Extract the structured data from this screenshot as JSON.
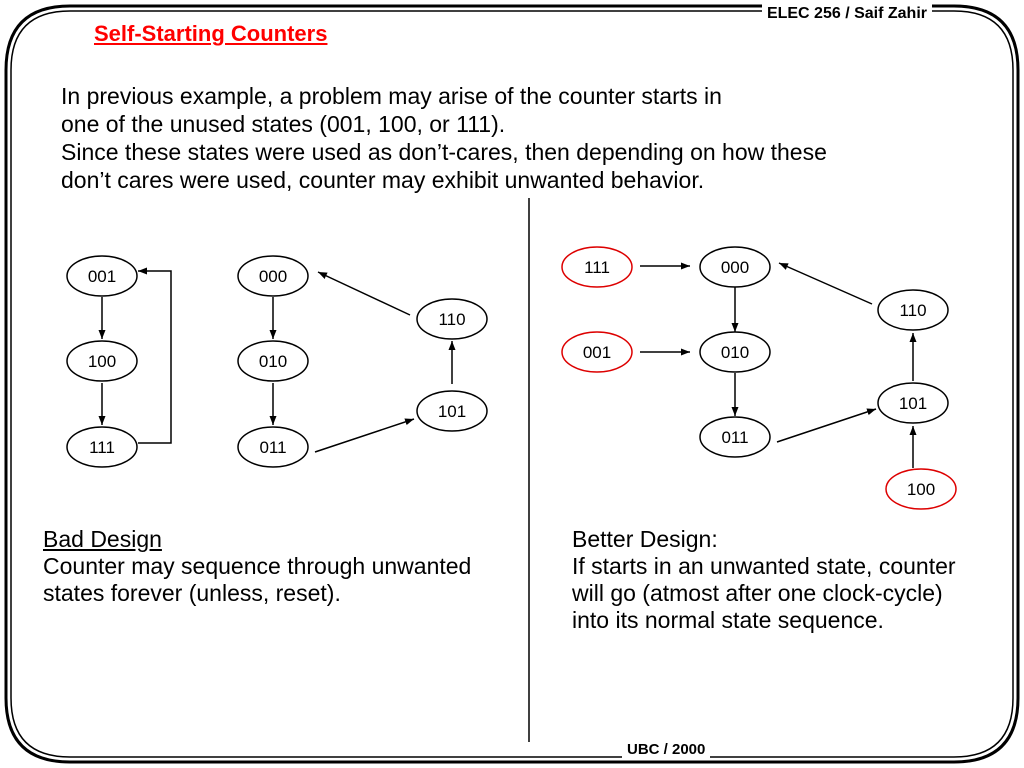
{
  "header": {
    "course": "ELEC 256 / Saif Zahir",
    "footer": "UBC / 2000"
  },
  "title": "Self-Starting Counters",
  "intro": [
    "In previous example, a problem may arise of the counter starts in",
    "one of the unused states (001, 100, or 111).",
    "Since these states were used as don’t-cares, then depending on how these",
    "don’t cares were used, counter may exhibit unwanted behavior."
  ],
  "bad_design": {
    "heading": "Bad Design",
    "lines": [
      "Counter may sequence through unwanted",
      "states forever (unless, reset)."
    ],
    "states": {
      "s001": "001",
      "s100": "100",
      "s111": "111",
      "s000": "000",
      "s010": "010",
      "s011": "011",
      "s101": "101",
      "s110": "110"
    }
  },
  "better_design": {
    "heading": "Better Design:",
    "lines": [
      "If starts in an unwanted state, counter",
      "will go (atmost after one clock-cycle)",
      "into its normal state sequence."
    ],
    "states": {
      "s111": "111",
      "s001": "001",
      "s000": "000",
      "s010": "010",
      "s011": "011",
      "s110": "110",
      "s101": "101",
      "s100": "100"
    },
    "highlight_color": "#dd0000"
  }
}
